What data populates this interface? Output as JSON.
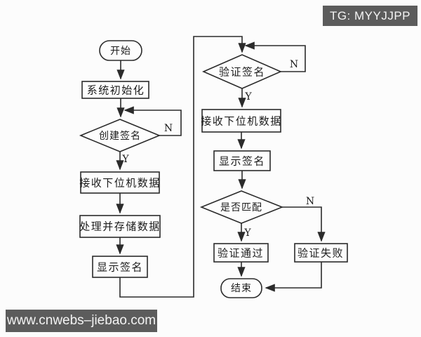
{
  "badge": {
    "text": "TG: MYYJJPP"
  },
  "watermark": {
    "text": "www.cnwebs–jiebao.com"
  },
  "colors": {
    "line": "#2b2b2b",
    "shape_fill": "#fdfdfd",
    "overlay_bg": "#5c5c5c",
    "overlay_text": "#f4f4f4",
    "background": "#fcfcfc"
  },
  "flowchart": {
    "left_column": {
      "start": "开始",
      "init": "系统初始化",
      "create_signature": "创建签名",
      "receive_data": "接收下位机数据",
      "process_store": "处理并存储数据",
      "display_signature": "显示签名"
    },
    "right_column": {
      "verify_signature": "验证签名",
      "receive_data": "接收下位机数据",
      "display_signature": "显示签名",
      "match": "是否匹配",
      "verify_pass": "验证通过",
      "verify_fail": "验证失败",
      "end": "结束"
    },
    "labels": {
      "yes": "Y",
      "no": "N"
    }
  }
}
